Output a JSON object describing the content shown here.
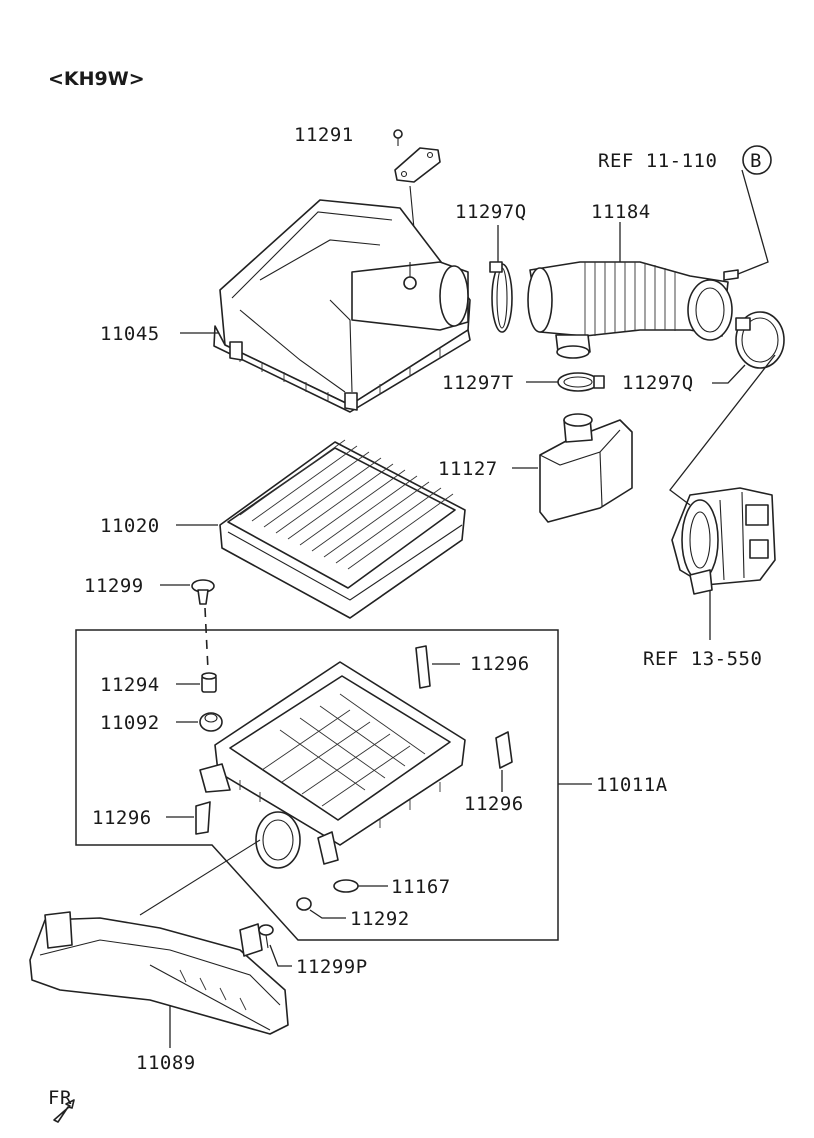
{
  "header": {
    "model_code": "<KH9W>"
  },
  "labels": {
    "p11291": "11291",
    "ref_b_text": "REF 11-110",
    "ref_b_circle": "B",
    "p11297q_top": "11297Q",
    "p11184": "11184",
    "p11045": "11045",
    "p11297t": "11297T",
    "p11297q_right": "11297Q",
    "p11127": "11127",
    "p11020": "11020",
    "p11299": "11299",
    "ref_13_550": "REF 13-550",
    "p11294": "11294",
    "p11296_top": "11296",
    "p11092": "11092",
    "p11011a": "11011A",
    "p11296_right": "11296",
    "p11296_left": "11296",
    "p11167": "11167",
    "p11292": "11292",
    "p11299p": "11299P",
    "p11089": "11089"
  },
  "direction": {
    "text": "FR"
  }
}
